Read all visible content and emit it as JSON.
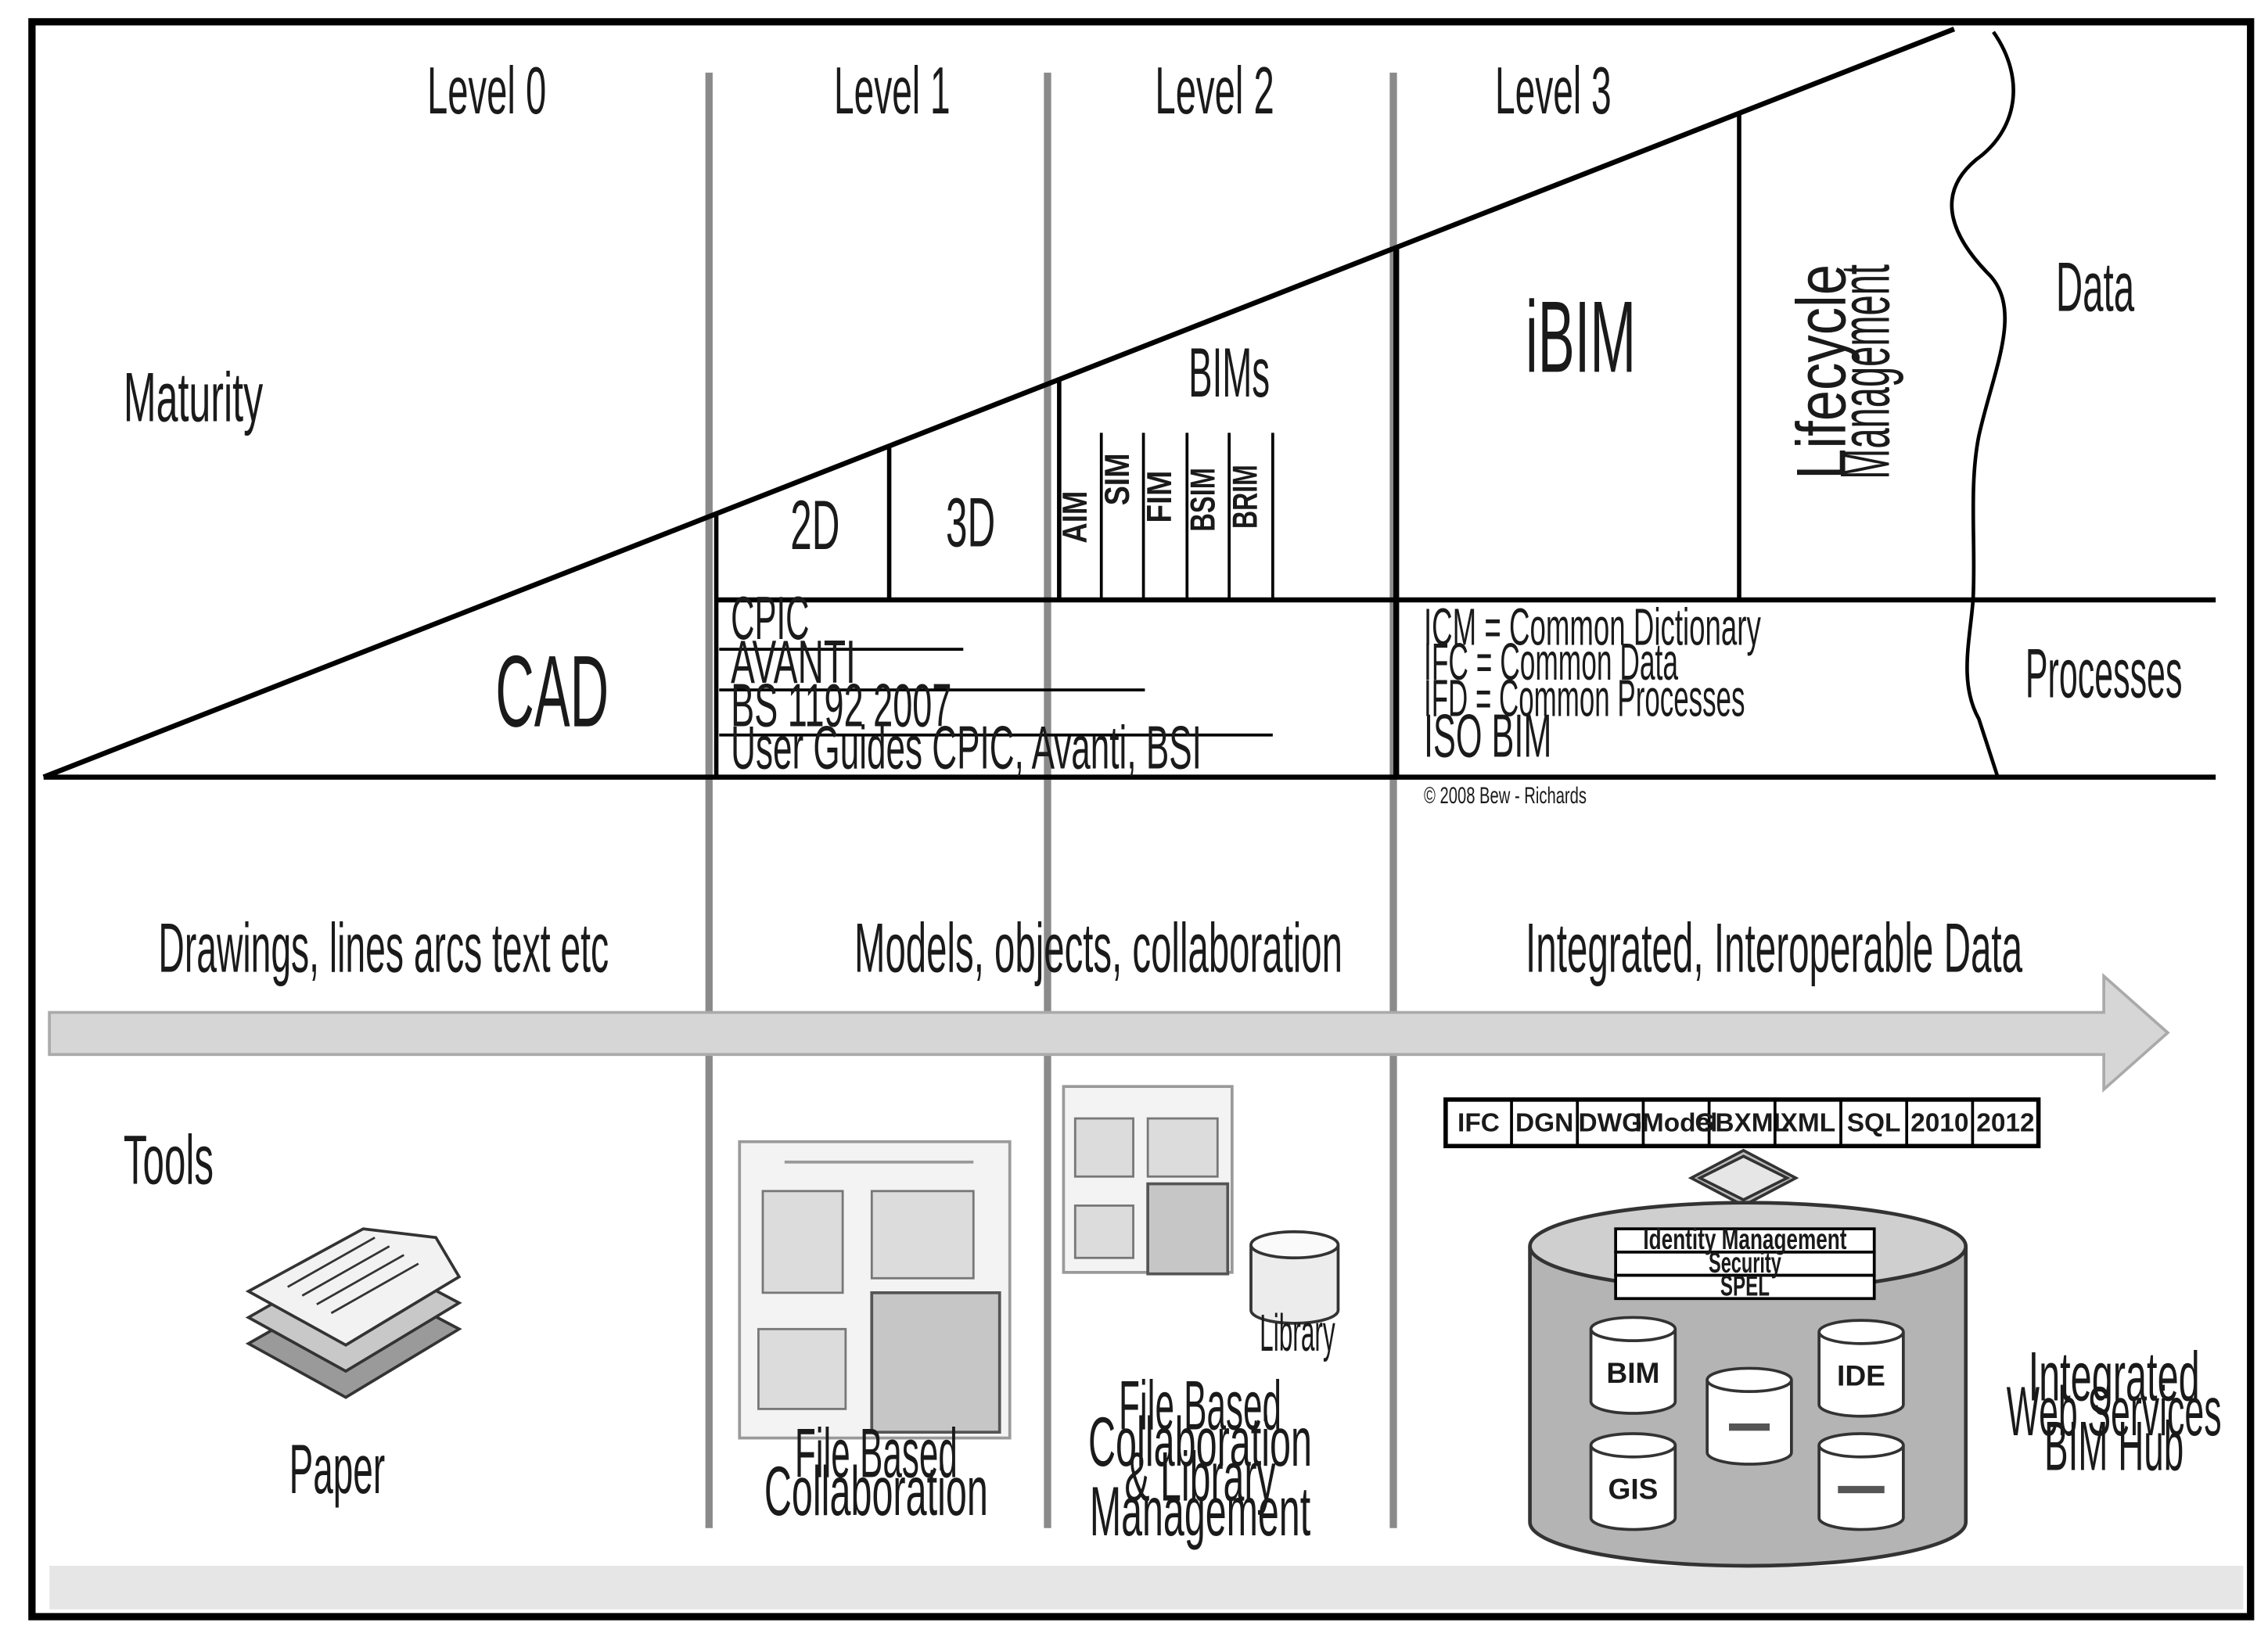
{
  "levels": [
    "Level 0",
    "Level 1",
    "Level 2",
    "Level 3"
  ],
  "rows": {
    "maturity": "Maturity",
    "tools": "Tools",
    "data": "Data",
    "processes": "Processes"
  },
  "triangle": {
    "cad": "CAD",
    "d2": "2D",
    "d3": "3D",
    "bims": "BIMs",
    "bim_types": [
      "AIM",
      "SIM",
      "FIM",
      "BSIM",
      "BRIM"
    ],
    "ibim": "iBIM",
    "lifecycle": [
      "Lifecycle",
      "Management"
    ]
  },
  "standards_level1": [
    "CPIC",
    "AVANTI",
    "BS 1192 2007",
    "User Guides CPIC, Avanti, BSI"
  ],
  "standards_level3": [
    "ICM = Common Dictionary",
    "IFC = Common Data",
    "IFD = Common Processes",
    "ISO BIM"
  ],
  "copyright": "© 2008 Bew - Richards",
  "arrow_captions": [
    "Drawings, lines arcs text etc",
    "Models, objects, collaboration",
    "Integrated, Interoperable Data"
  ],
  "tools": {
    "paper": "Paper",
    "file_collab": [
      "File Based",
      "Collaboration"
    ],
    "file_lib": [
      "File Based",
      "Collaboration",
      "& Library",
      "Management"
    ],
    "library": "Library",
    "formats": [
      "IFC",
      "DGN",
      "DWG",
      "IModel",
      "GBXML",
      "XML",
      "SQL",
      "2010",
      "2012"
    ],
    "hub_layers": [
      "Identity Management",
      "Security",
      "SPEL"
    ],
    "hub_dbs": [
      "BIM",
      "GIS",
      "IDE",
      "",
      ""
    ],
    "hub_caption": [
      "Integrated",
      "Web Services",
      "BIM Hub"
    ]
  }
}
